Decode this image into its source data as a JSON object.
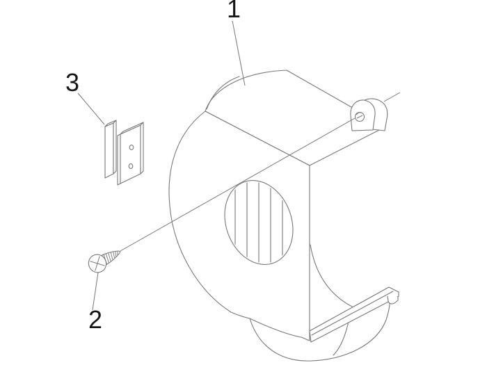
{
  "page": {
    "background_color": "#ffffff"
  },
  "diagram": {
    "type": "exploded-parts-line-drawing",
    "line_color": "#777777",
    "label_color": "#161616",
    "callouts": [
      {
        "label": "1"
      },
      {
        "label": "2"
      },
      {
        "label": "3"
      }
    ]
  }
}
